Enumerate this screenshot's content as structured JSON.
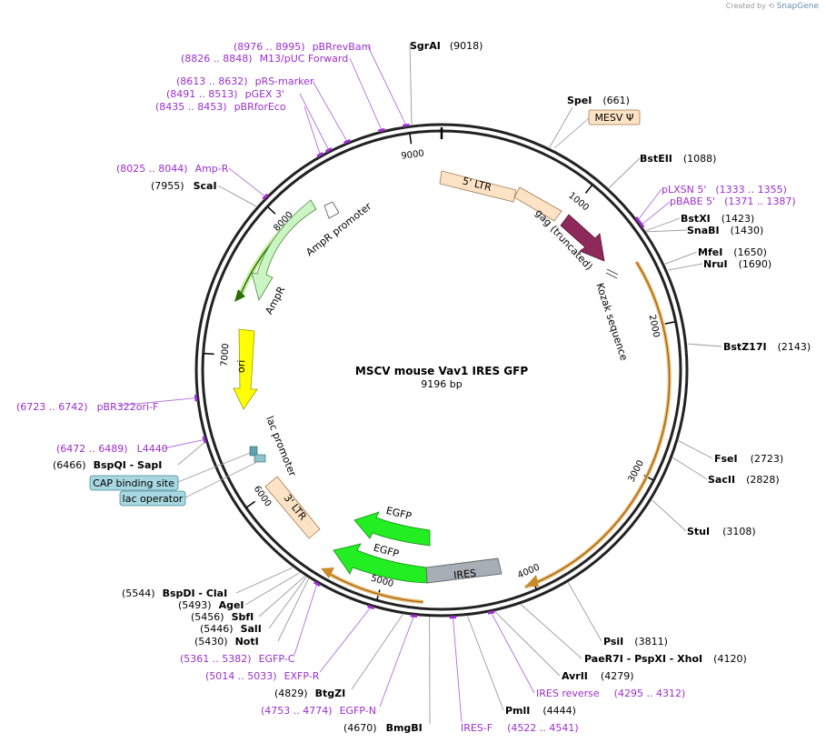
{
  "credit": {
    "prefix": "Created by",
    "brand": "SnapGene"
  },
  "plasmid": {
    "name": "MSCV mouse Vav1 IRES GFP",
    "length_label": "9196 bp",
    "length": 9196
  },
  "colors": {
    "enzyme": "#000000",
    "primer": "#9b2fcc",
    "backbone": "#222222"
  },
  "ticks": [
    {
      "pos": 1000,
      "label": "1000"
    },
    {
      "pos": 2000,
      "label": "2000"
    },
    {
      "pos": 3000,
      "label": "3000"
    },
    {
      "pos": 4000,
      "label": "4000"
    },
    {
      "pos": 5000,
      "label": "5000"
    },
    {
      "pos": 6000,
      "label": "6000"
    },
    {
      "pos": 7000,
      "label": "7000"
    },
    {
      "pos": 8000,
      "label": "8000"
    },
    {
      "pos": 9000,
      "label": "9000"
    }
  ],
  "enzymes": [
    {
      "name": "SgrAI",
      "coord": "(9018)",
      "pos": 9018
    },
    {
      "name": "SpeI",
      "coord": "(661)",
      "pos": 661
    },
    {
      "name": "BstEII",
      "coord": "(1088)",
      "pos": 1088
    },
    {
      "name": "BstXI",
      "coord": "(1423)",
      "pos": 1423
    },
    {
      "name": "SnaBI",
      "coord": "(1430)",
      "pos": 1430
    },
    {
      "name": "MfeI",
      "coord": "(1650)",
      "pos": 1650
    },
    {
      "name": "NruI",
      "coord": "(1690)",
      "pos": 1690
    },
    {
      "name": "BstZ17I",
      "coord": "(2143)",
      "pos": 2143
    },
    {
      "name": "FseI",
      "coord": "(2723)",
      "pos": 2723
    },
    {
      "name": "SacII",
      "coord": "(2828)",
      "pos": 2828
    },
    {
      "name": "StuI",
      "coord": "(3108)",
      "pos": 3108
    },
    {
      "name": "PsiI",
      "coord": "(3811)",
      "pos": 3811
    },
    {
      "name": "PaeR7I - PspXI - XhoI",
      "coord": "(4120)",
      "pos": 4120
    },
    {
      "name": "AvrII",
      "coord": "(4279)",
      "pos": 4279
    },
    {
      "name": "PmlI",
      "coord": "(4444)",
      "pos": 4444
    },
    {
      "name": "BmgBI",
      "coord": "(4670)",
      "pos": 4670
    },
    {
      "name": "BtgZI",
      "coord": "(4829)",
      "pos": 4829
    },
    {
      "name": "NotI",
      "coord": "(5430)",
      "pos": 5430
    },
    {
      "name": "SalI",
      "coord": "(5446)",
      "pos": 5446
    },
    {
      "name": "SbfI",
      "coord": "(5456)",
      "pos": 5456
    },
    {
      "name": "AgeI",
      "coord": "(5493)",
      "pos": 5493
    },
    {
      "name": "BspDI - ClaI",
      "coord": "(5544)",
      "pos": 5544
    },
    {
      "name": "BspQI - SapI",
      "coord": "(6466)",
      "pos": 6466
    },
    {
      "name": "ScaI",
      "coord": "(7955)",
      "pos": 7955
    }
  ],
  "primers": [
    {
      "name": "pBRrevBam",
      "coord": "(8976 .. 8995)",
      "pos": 8985
    },
    {
      "name": "M13/pUC Forward",
      "coord": "(8826 .. 8848)",
      "pos": 8837
    },
    {
      "name": "pRS-marker",
      "coord": "(8613 .. 8632)",
      "pos": 8622
    },
    {
      "name": "pGEX 3'",
      "coord": "(8491 .. 8513)",
      "pos": 8502
    },
    {
      "name": "pBRforEco",
      "coord": "(8435 .. 8453)",
      "pos": 8444
    },
    {
      "name": "Amp-R",
      "coord": "(8025 .. 8044)",
      "pos": 8034
    },
    {
      "name": "pLXSN 5'",
      "coord": "(1333 .. 1355)",
      "pos": 1344
    },
    {
      "name": "pBABE 5'",
      "coord": "(1371 .. 1387)",
      "pos": 1379
    },
    {
      "name": "pBR322ori-F",
      "coord": "(6723 .. 6742)",
      "pos": 6732
    },
    {
      "name": "L4440",
      "coord": "(6472 .. 6489)",
      "pos": 6480
    },
    {
      "name": "EGFP-C",
      "coord": "(5361 .. 5382)",
      "pos": 5371
    },
    {
      "name": "EXFP-R",
      "coord": "(5014 .. 5033)",
      "pos": 5023
    },
    {
      "name": "EGFP-N",
      "coord": "(4753 .. 4774)",
      "pos": 4763
    },
    {
      "name": "IRES-F",
      "coord": "",
      "pos": 4500
    },
    {
      "name": "IRES reverse",
      "coord": "(4295 .. 4312)",
      "pos": 4303
    },
    {
      "name": "",
      "coord": "(4522 .. 4541)",
      "pos": 4531
    }
  ],
  "features": {
    "mesv_psi": "MESV Ψ",
    "ltr5": "5' LTR",
    "gag": "gag (truncated)",
    "kozak": "Kozak sequence",
    "ampr_promoter": "AmpR promoter",
    "ampr": "AmpR",
    "ori": "ori",
    "lac_promoter": "lac promoter",
    "cap": "CAP binding site",
    "lac_operator": "lac operator",
    "ltr3": "3' LTR",
    "egfp1": "EGFP",
    "egfp2": "EGFP",
    "ires": "IRES"
  }
}
